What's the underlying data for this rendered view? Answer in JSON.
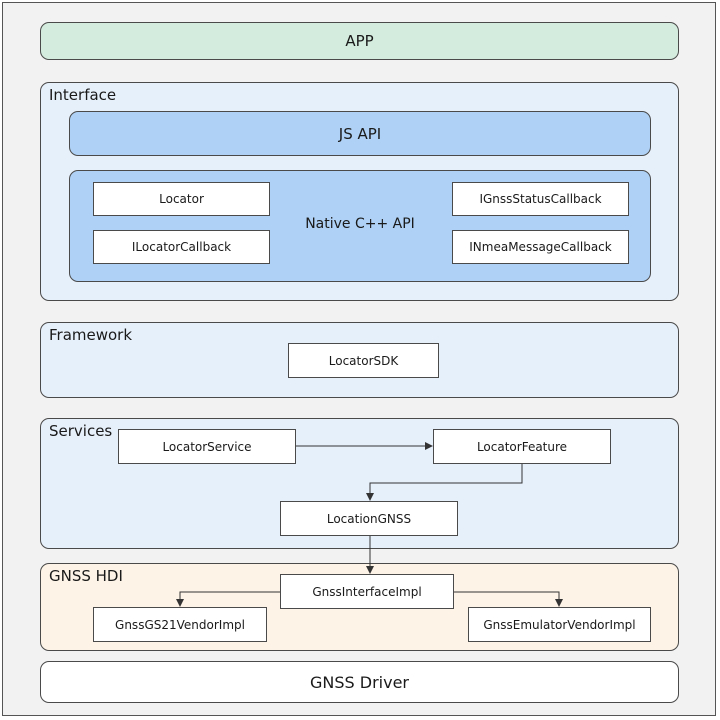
{
  "app": {
    "label": "APP"
  },
  "interface": {
    "title": "Interface",
    "js_api": "JS API",
    "native_api": "Native C++ API",
    "boxes": {
      "locator": "Locator",
      "ilocator_callback": "ILocatorCallback",
      "ignss_status_callback": "IGnssStatusCallback",
      "inmea_message_callback": "INmeaMessageCallback"
    }
  },
  "framework": {
    "title": "Framework",
    "locator_sdk": "LocatorSDK"
  },
  "services": {
    "title": "Services",
    "locator_service": "LocatorService",
    "locator_feature": "LocatorFeature",
    "location_gnss": "LocationGNSS"
  },
  "gnss_hdi": {
    "title": "GNSS HDI",
    "interface_impl": "GnssInterfaceImpl",
    "gs21_vendor_impl": "GnssGS21VendorImpl",
    "emulator_vendor_impl": "GnssEmulatorVendorImpl"
  },
  "driver": {
    "label": "GNSS Driver"
  },
  "colors": {
    "app_fill": "#d3ecdd",
    "layer_fill": "#e6f0fb",
    "api_fill": "#aed1f5",
    "hdi_fill": "#fdf3e6",
    "box_fill": "#ffffff",
    "border": "#4a4a4a"
  }
}
